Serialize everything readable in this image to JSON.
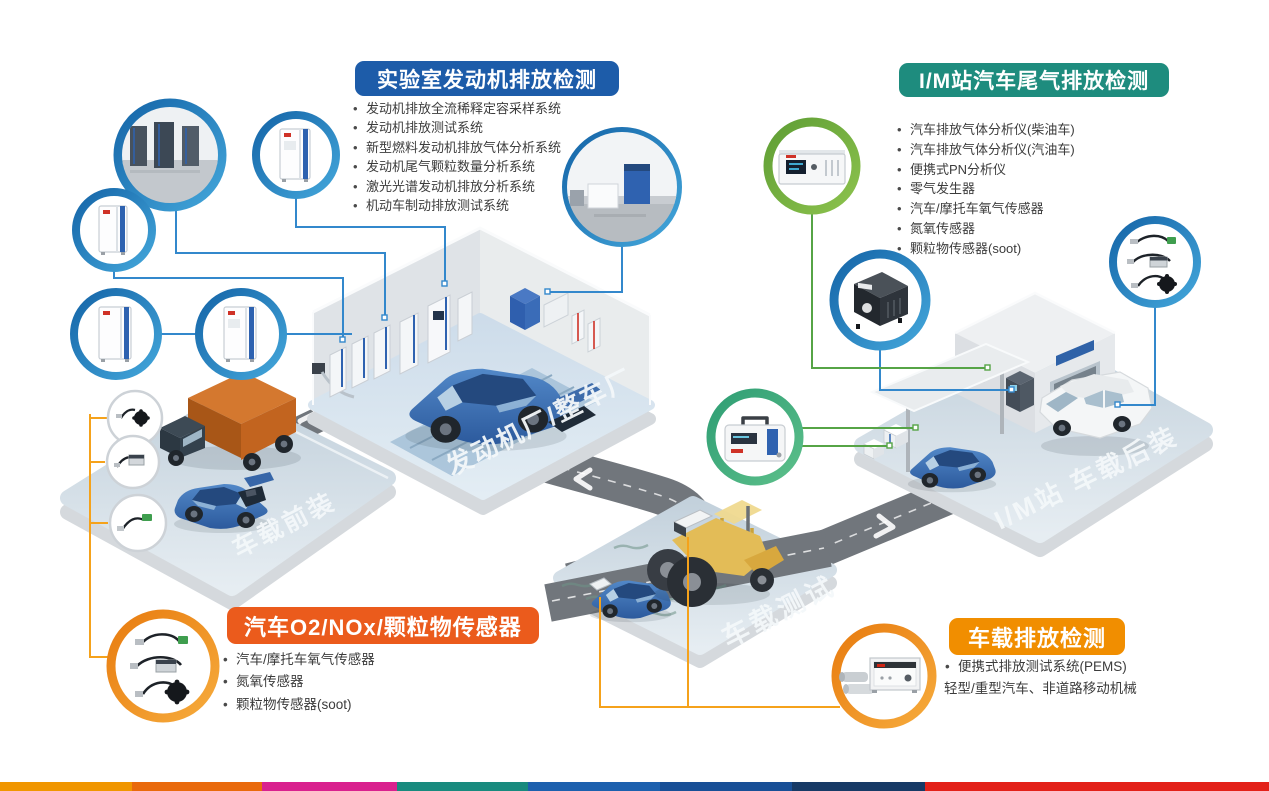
{
  "sections": {
    "lab": {
      "title": "实验室发动机排放检测",
      "color": "#1d5ca9",
      "items": [
        "发动机排放全流稀释定容采样系统",
        "发动机排放测试系统",
        "新型燃料发动机排放气体分析系统",
        "发动机尾气颗粒数量分析系统",
        "激光光谱发动机排放分析系统",
        "机动车制动排放测试系统"
      ]
    },
    "im": {
      "title": "I/M站汽车尾气排放检测",
      "color": "#1e8c7e",
      "items": [
        "汽车排放气体分析仪(柴油车)",
        "汽车排放气体分析仪(汽油车)",
        "便携式PN分析仪",
        "零气发生器",
        "汽车/摩托车氧气传感器",
        "氮氧传感器",
        "颗粒物传感器(soot)"
      ]
    },
    "sensors": {
      "title": "汽车O2/NOx/颗粒物传感器",
      "color": "#eb5b1c",
      "items": [
        "汽车/摩托车氧气传感器",
        "氮氧传感器",
        "颗粒物传感器(soot)"
      ]
    },
    "obd": {
      "title": "车载排放检测",
      "color": "#f18e00",
      "items": [
        "便携式排放测试系统(PEMS)"
      ],
      "note": "轻型/重型汽车、非道路移动机械"
    }
  },
  "platforms": {
    "front_install": {
      "label": "车载前装"
    },
    "factory": {
      "label": "发动机厂/整车厂"
    },
    "im_station": {
      "label": "I/M站 车载后装"
    },
    "road_test": {
      "label": "车载测试"
    }
  },
  "accents": {
    "connector_blue": "#3388cc",
    "connector_green": "#56a446",
    "connector_orange": "#f5a21b",
    "ring_blue": "#1a6fb5",
    "ring_green": "#6fae3e",
    "ring_teal": "#2f9e74",
    "ring_orange": "#f0930f"
  },
  "footer_colors": [
    "#f09600",
    "#e96a0c",
    "#d9218e",
    "#188a7e",
    "#1d60ae",
    "#184f97",
    "#173a66",
    "#e32119"
  ]
}
